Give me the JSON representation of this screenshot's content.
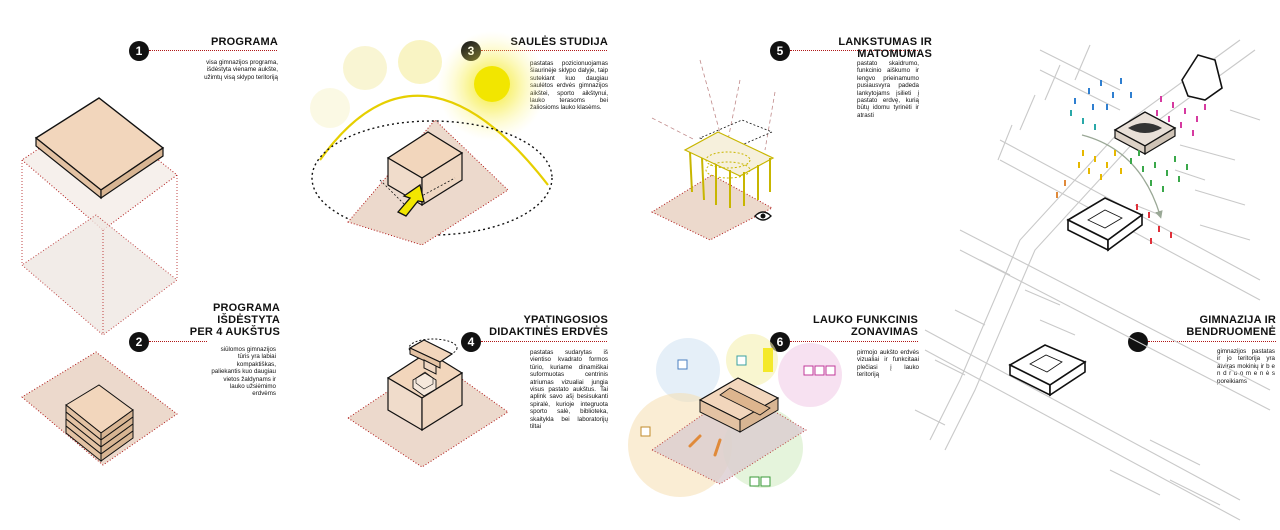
{
  "panels": [
    {
      "number": "1",
      "title": "PROGRAMA",
      "text": "visa gimnazijos programa,\nišdėstyta viename aukšte,\nužimtų visą sklypo teritoriją"
    },
    {
      "number": "2",
      "title": "PROGRAMA\nIŠDĖSTYTA\nPER 4 AUKŠTUS",
      "text": "siūlomos gimnazijos\ntūris yra labiai\nkompaktiškas,\npaliekantis kuo daugiau\nvietos žaldynams ir\nlauko užsiėmimo\nerdvėms"
    },
    {
      "number": "3",
      "title": "SAULĖS STUDIJA",
      "text": "pastatas pozicionuojamas šiaurinėje sklypo dalyje, taip sutekiant kuo daugiau saulėtos erdvės gimnazijos aikštei, sporto aikštynui, lauko terasoms bei žaliosioms lauko klasėms."
    },
    {
      "number": "4",
      "title": "YPATINGOSIOS\nDIDAKTINĖS ERDVĖS",
      "text": "pastatas sudarytas iš vientiso kvadrato formos tūrio, kuriame dinamiškai suformuotas centrinis atriumas vizualiai jungia visus pastato aukštus. Tai aplink savo ašį besisukanti spiralė, kurioje integruota sporto salė, biblioteka, skaityklа bei laboratorijų tiltai"
    },
    {
      "number": "5",
      "title": "LANKSTUMAS IR MATOMUMAS",
      "text": "pastato skaidrumo, funkcinio aiškumo ir lengvo prieinamumo pusiausvyra padeda lankytojams įsilieti į pastato erdvę, kurią būtų idomu tyrinėti ir atrasti"
    },
    {
      "number": "6",
      "title": "LAUKO FUNKCINIS\nZONAVIMAS",
      "text": "pirmojo aukšto erdvės vizualiai ir funkcitaai plečiasi į lauko teritoriją"
    },
    {
      "number": "",
      "title": "GIMNAZIJA IR\nBENDRUOMENĖ",
      "text": "gimnazijos pastatas ir jo teritorija yra atviras mokinių ir b e n d r u o m e n ė s poreikiams"
    }
  ],
  "colors": {
    "accent": "#b01717",
    "plot": "#e8d6c8",
    "volume": "#f2d6bc",
    "sun": "#f2e600",
    "sun_arc": "#e6cf00"
  },
  "icons": [
    "eye-icon",
    "sun-icon",
    "arrow-up-icon",
    "person-icon"
  ]
}
